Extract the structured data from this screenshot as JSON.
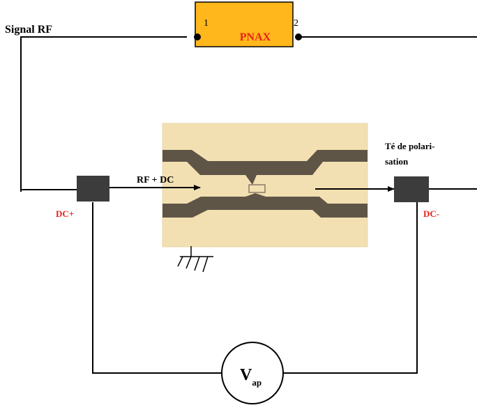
{
  "labels": {
    "signal_rf": "Signal RF",
    "pnax": "PNAX",
    "port1": "1",
    "port2": "2",
    "rf_dc": "RF + DC",
    "bias_tee_line1": "Té de polari-",
    "bias_tee_line2": "sation",
    "dc_plus": "DC+",
    "dc_minus": "DC-",
    "vap_main": "V",
    "vap_sub": "ap"
  },
  "colors": {
    "pnax_fill": "#ffb71b",
    "dc_label": "#e8201a",
    "bias_tee_fill": "#3c3c3c",
    "wire": "#000000"
  },
  "icons": {
    "ground": "ground-symbol-icon",
    "device": "device-micrograph"
  }
}
